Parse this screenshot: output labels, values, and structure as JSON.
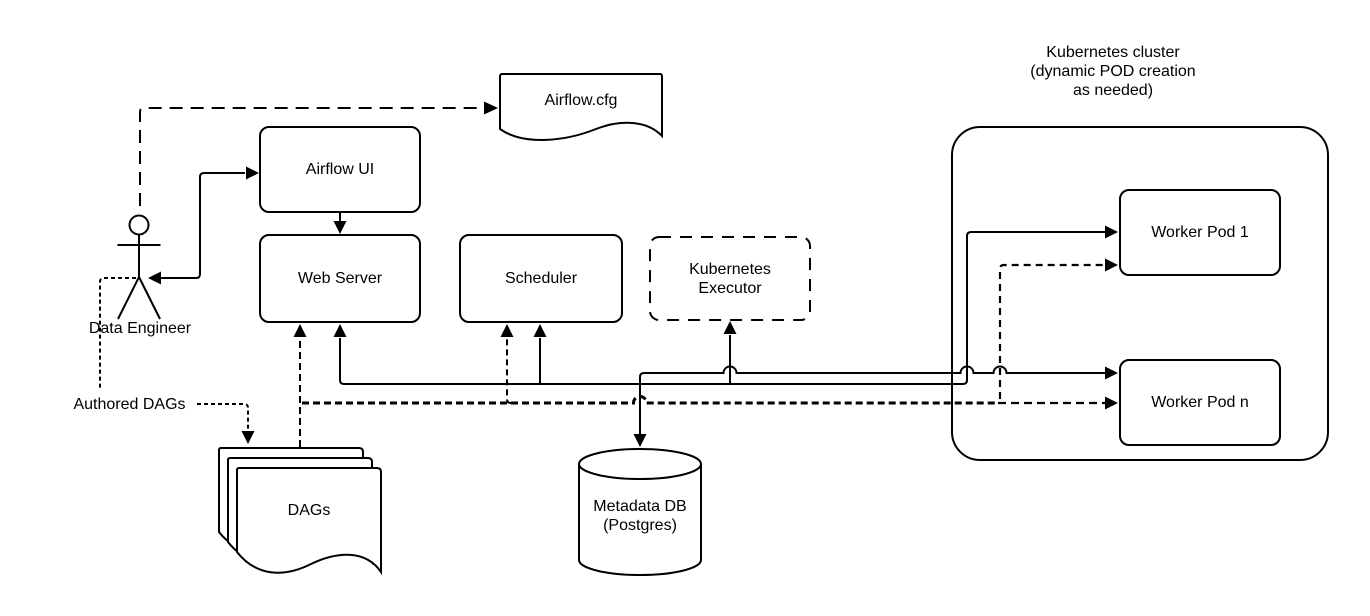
{
  "diagram": {
    "nodes": {
      "airflow_cfg": {
        "label": "Airflow.cfg"
      },
      "airflow_ui": {
        "label": "Airflow UI"
      },
      "web_server": {
        "label": "Web Server"
      },
      "scheduler": {
        "label": "Scheduler"
      },
      "kubernetes_executor": {
        "line1": "Kubernetes",
        "line2": "Executor"
      },
      "kubernetes_cluster": {
        "line1": "Kubernetes cluster",
        "line2": "(dynamic POD creation",
        "line3": "as needed)"
      },
      "worker_pod_1": {
        "label": "Worker Pod 1"
      },
      "worker_pod_n": {
        "label": "Worker Pod n"
      },
      "dags": {
        "label": "DAGs"
      },
      "metadata_db": {
        "line1": "Metadata DB",
        "line2": "(Postgres)"
      },
      "data_engineer": {
        "label": "Data Engineer"
      }
    },
    "edge_labels": {
      "authored_dags": "Authored DAGs"
    },
    "colors": {
      "stroke": "#000000",
      "background": "#ffffff",
      "shape_fill": "#ffffff"
    }
  }
}
